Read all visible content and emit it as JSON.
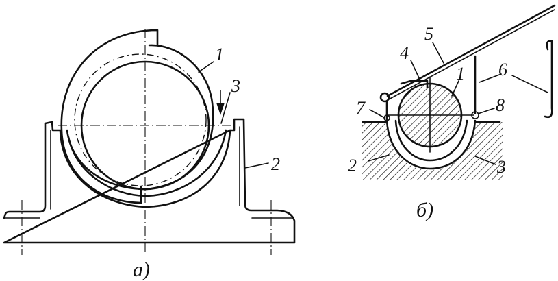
{
  "figure_a": {
    "caption": "a)",
    "labels": [
      "1",
      "2",
      "3"
    ]
  },
  "figure_b": {
    "caption": "б)",
    "labels": [
      "1",
      "2",
      "3",
      "4",
      "5",
      "6",
      "7",
      "8"
    ]
  }
}
